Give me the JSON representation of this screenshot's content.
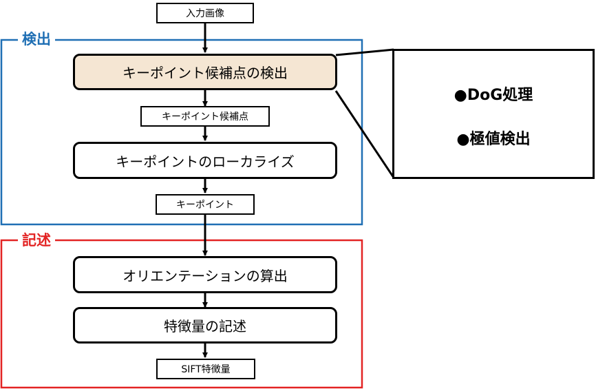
{
  "groups": {
    "detection": {
      "title": "検出",
      "color": "#1f6fb4"
    },
    "description": {
      "title": "記述",
      "color": "#e32323"
    }
  },
  "nodes": {
    "input": "入力画像",
    "candidate_detect": "キーポイント候補点の検出",
    "candidates": "キーポイント候補点",
    "localize": "キーポイントのローカライズ",
    "keypoints": "キーポイント",
    "orientation": "オリエンテーションの算出",
    "feature": "特徴量の記述",
    "output": "SIFT特徴量"
  },
  "callout": {
    "items": [
      "●DoG処理",
      "●極値検出"
    ]
  },
  "colors": {
    "highlight_fill": "#f5e6d3",
    "stroke": "#000000"
  }
}
